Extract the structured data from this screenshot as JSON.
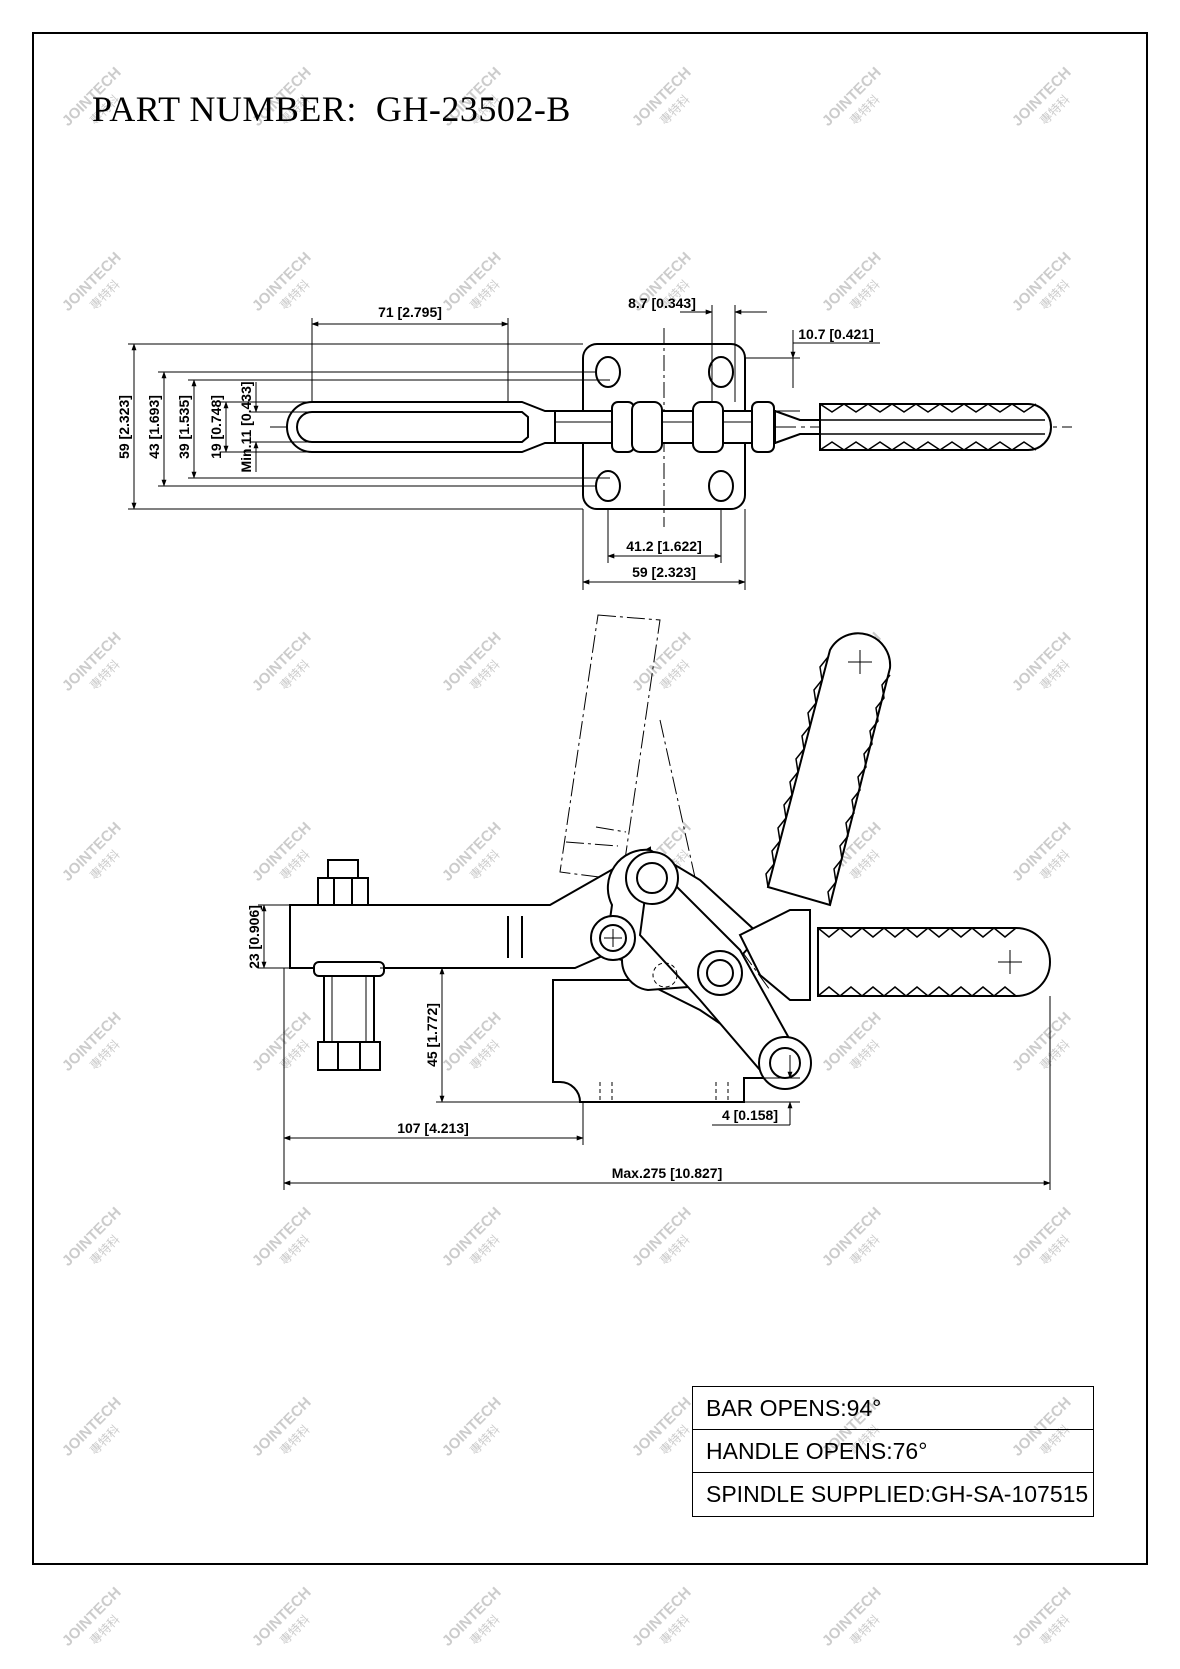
{
  "title": "PART NUMBER:  GH-23502-B",
  "watermark": {
    "text": "JOINTECH",
    "subtext": "專特科",
    "color": "#cccccc"
  },
  "top_view": {
    "dims": {
      "width_71": "71 [2.795]",
      "width_8_7": "8.7 [0.343]",
      "width_10_7": "10.7 [0.421]",
      "width_41_2": "41.2 [1.622]",
      "width_59": "59 [2.323]",
      "height_59": "59 [2.323]",
      "height_43": "43 [1.693]",
      "height_39": "39 [1.535]",
      "height_19": "19 [0.748]",
      "height_min11": "Min.11 [0.433]"
    }
  },
  "side_view": {
    "dims": {
      "height_23": "23 [0.906]",
      "height_45": "45 [1.772]",
      "offset_4": "4 [0.158]",
      "length_107": "107 [4.213]",
      "max_275": "Max.275 [10.827]"
    }
  },
  "specs": [
    {
      "label": "BAR OPENS:94°"
    },
    {
      "label": "HANDLE OPENS:76°"
    },
    {
      "label": "SPINDLE SUPPLIED:GH-SA-107515"
    }
  ]
}
